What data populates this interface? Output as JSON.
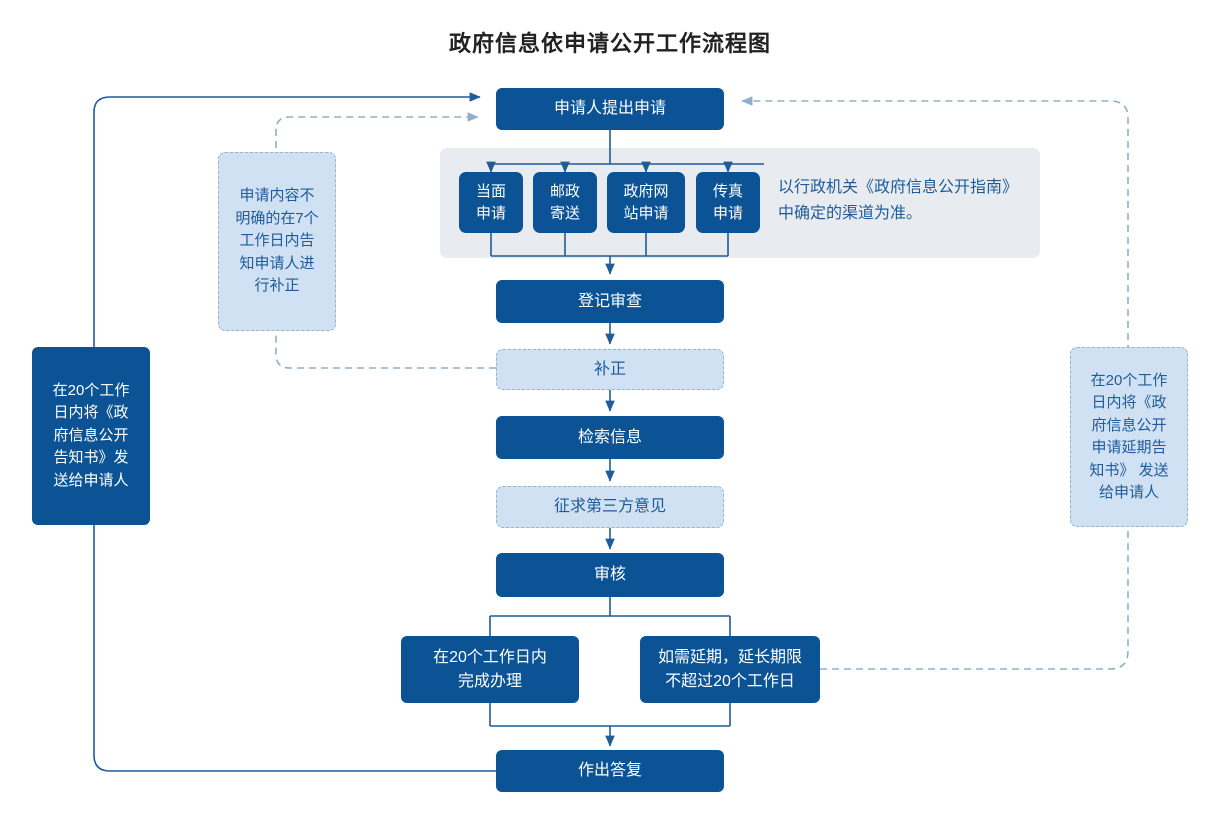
{
  "title": "政府信息依申请公开工作流程图",
  "colors": {
    "primary_dark_blue": "#0b5394",
    "light_blue_fill": "#cfe1f2",
    "panel_gray": "#e8ecf1",
    "connector_blue": "#1f5c99",
    "dashed_connector": "#8fb0cc",
    "text_on_dark": "#ffffff",
    "text_blue": "#1f5c99",
    "title_color": "#222222"
  },
  "nodes": {
    "start": {
      "label": "申请人提出申请",
      "style": "solid"
    },
    "channels": [
      {
        "label": "当面\n申请",
        "style": "solid"
      },
      {
        "label": "邮政\n寄送",
        "style": "solid"
      },
      {
        "label": "政府网\n站申请",
        "style": "solid"
      },
      {
        "label": "传真\n申请",
        "style": "solid"
      }
    ],
    "channel_note": "以行政机关《政府信息公开指南》\n中确定的渠道为准。",
    "registration_review": {
      "label": "登记审查",
      "style": "solid"
    },
    "supplement": {
      "label": "补正",
      "style": "light"
    },
    "retrieve_info": {
      "label": "检索信息",
      "style": "solid"
    },
    "third_party_opinion": {
      "label": "征求第三方意见",
      "style": "light"
    },
    "audit": {
      "label": "审核",
      "style": "solid"
    },
    "complete_within_20": {
      "label": "在20个工作日内\n完成办理",
      "style": "solid"
    },
    "extension": {
      "label": "如需延期，延长期限\n不超过20个工作日",
      "style": "solid"
    },
    "reply": {
      "label": "作出答复",
      "style": "solid"
    },
    "left_note": {
      "label": "申请内容不\n明确的在7个\n工作日内告\n知申请人进\n行补正",
      "style": "light"
    },
    "left_notice": {
      "label": "在20个工作\n日内将《政\n府信息公开\n告知书》发\n送给申请人",
      "style": "solid"
    },
    "right_notice": {
      "label": "在20个工作\n日内将《政\n府信息公开\n申请延期告\n知书》 发送\n给申请人",
      "style": "light"
    }
  }
}
